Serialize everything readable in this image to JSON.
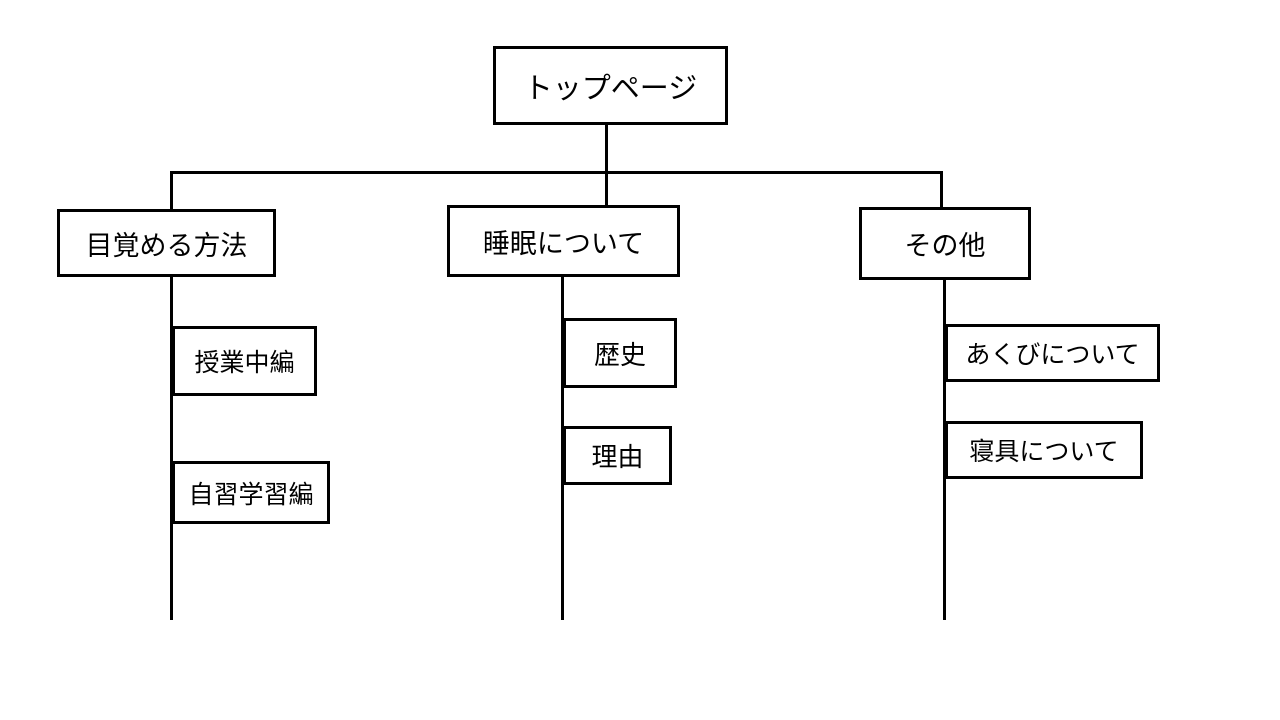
{
  "sitemap": {
    "root": {
      "label": "トップページ"
    },
    "categories": [
      {
        "label": "目覚める方法",
        "children": [
          "授業中編",
          "自習学習編"
        ]
      },
      {
        "label": "睡眠について",
        "children": [
          "歴史",
          "理由"
        ]
      },
      {
        "label": "その他",
        "children": [
          "あくびについて",
          "寝具について"
        ]
      }
    ]
  },
  "colors": {
    "line": "#000000",
    "box_border": "#000000",
    "box_fill": "#ffffff",
    "text": "#000000"
  }
}
